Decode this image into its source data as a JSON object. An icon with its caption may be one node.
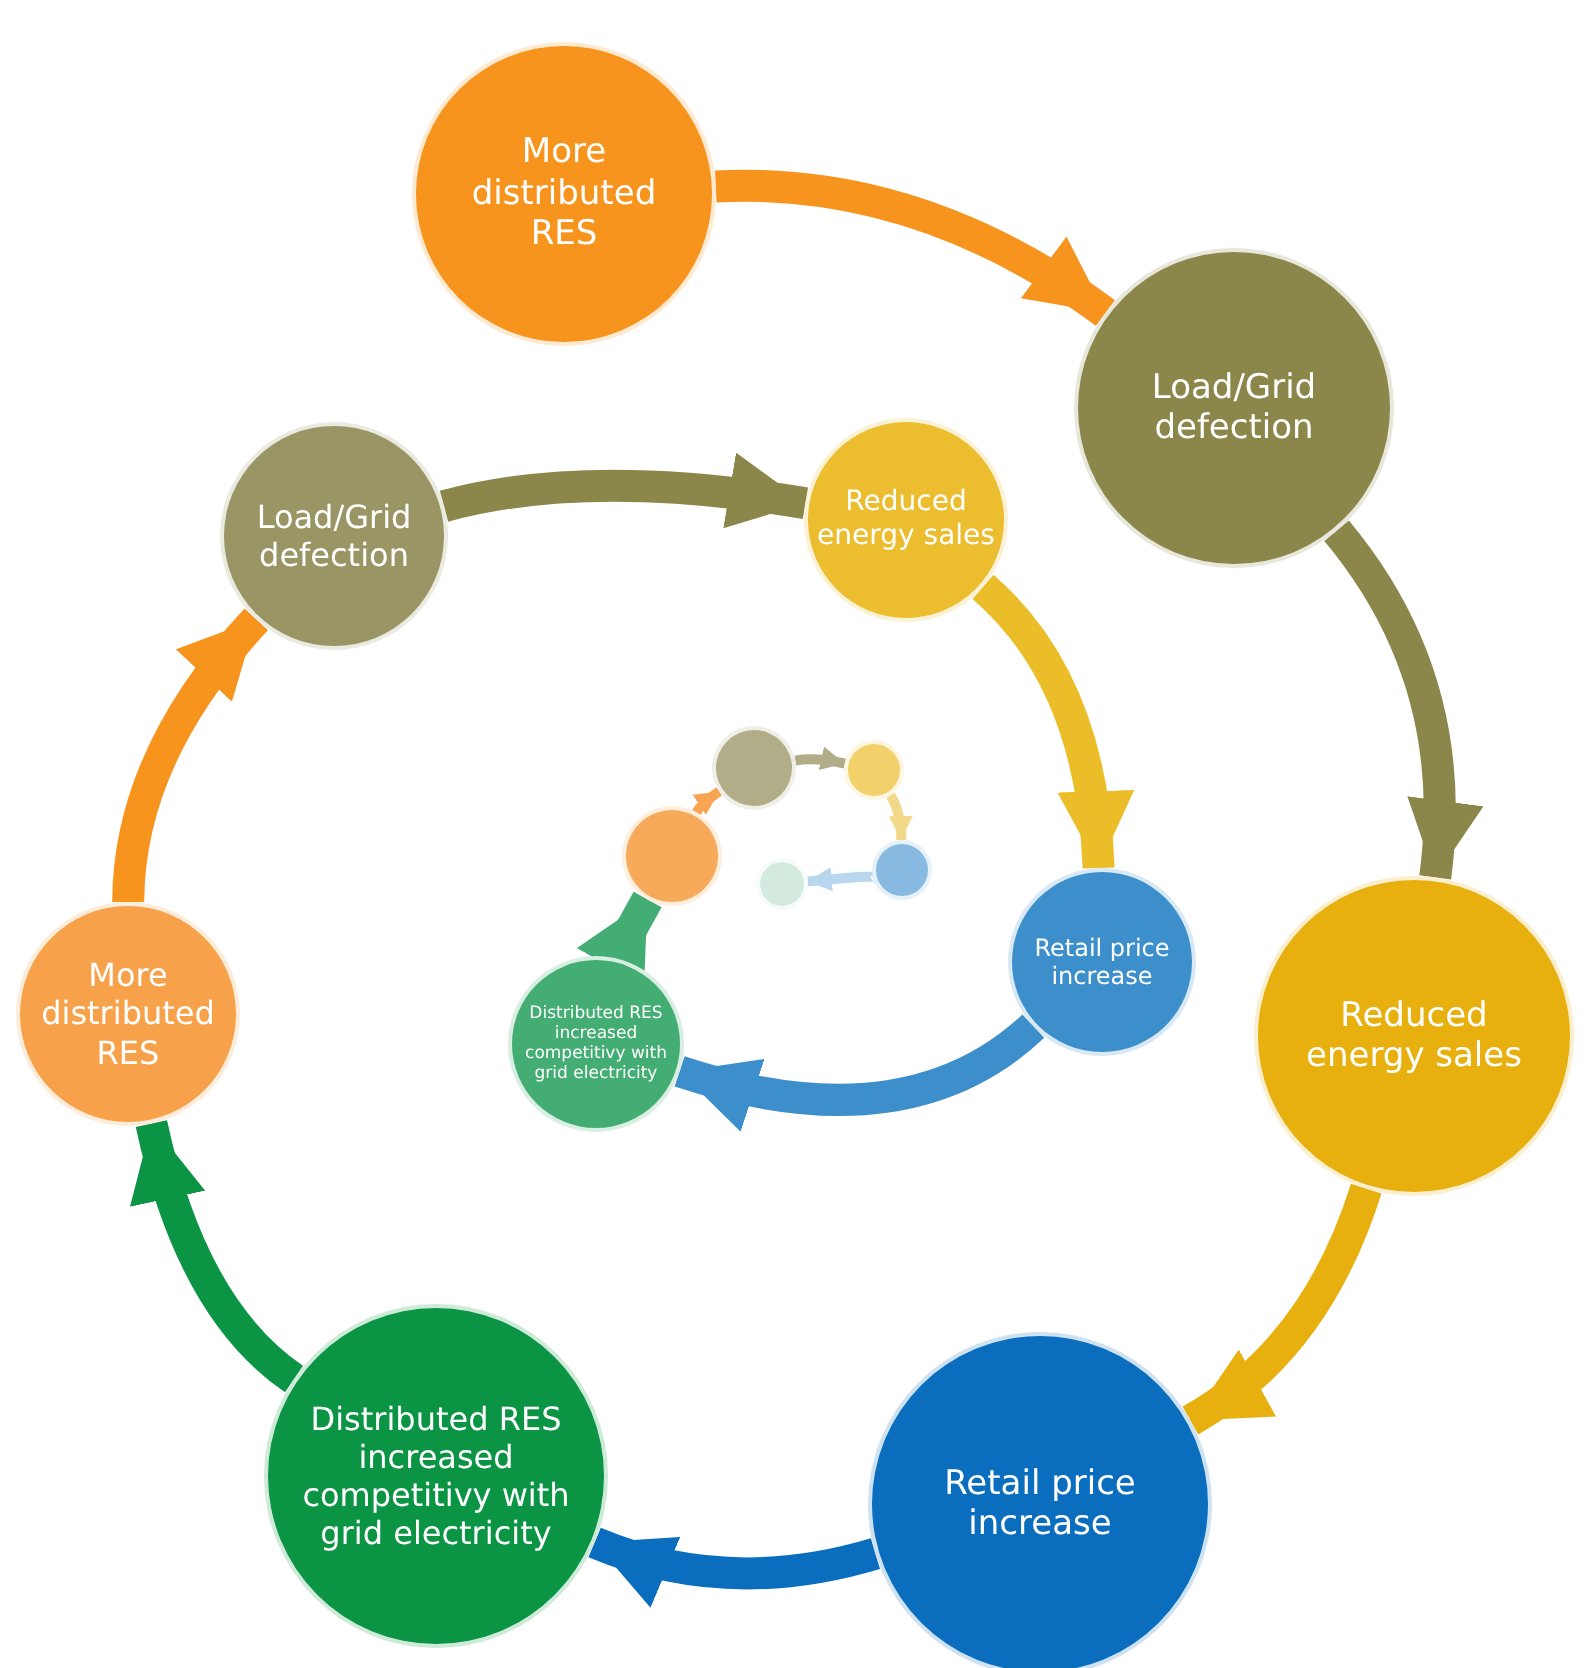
{
  "diagram": {
    "nodes": [
      {
        "text": [
          "More distributed RES"
        ]
      },
      {
        "text": [
          "Load/Grid defection"
        ]
      },
      {
        "text": [
          "Reduced energy sales"
        ]
      },
      {
        "text": [
          "Retail price increase"
        ]
      },
      {
        "text": [
          "Distributed RES increased competitivy with grid electricity"
        ]
      },
      {
        "text": [
          "More distributed RES"
        ]
      },
      {
        "text": [
          "Load/Grid defection"
        ]
      },
      {
        "text": [
          "Reduced energy sales"
        ]
      },
      {
        "text": [
          "Retail price increase"
        ]
      },
      {
        "text": [
          "Distributed RES increased competitivy with grid electricity"
        ]
      },
      {
        "text": [],
        "shape": "circle"
      },
      {
        "text": [],
        "shape": "circle"
      },
      {
        "text": [],
        "shape": "circle"
      },
      {
        "text": [],
        "shape": "circle"
      },
      {
        "text": [],
        "shape": "circle"
      }
    ],
    "edges": [
      {
        "from": 0,
        "to": 1,
        "arrow": "to",
        "color": "#f7941d"
      },
      {
        "from": 1,
        "to": 2,
        "arrow": "to",
        "color": "#8b864a"
      },
      {
        "from": 2,
        "to": 3,
        "arrow": "to",
        "color": "#e8b00f"
      },
      {
        "from": 3,
        "to": 4,
        "arrow": "to",
        "color": "#0a6dbd"
      },
      {
        "from": 4,
        "to": 5,
        "arrow": "to",
        "color": "#0a9444"
      },
      {
        "from": 5,
        "to": 6,
        "arrow": "to",
        "color": "#f7941d"
      },
      {
        "from": 6,
        "to": 7,
        "arrow": "to",
        "color": "#8b864a"
      },
      {
        "from": 7,
        "to": 8,
        "arrow": "to",
        "color": "#ebbd28"
      },
      {
        "from": 8,
        "to": 9,
        "arrow": "to",
        "color": "#3d8fcc"
      },
      {
        "from": 9,
        "to": 10,
        "arrow": "to",
        "color": "#43ad73"
      },
      {
        "from": 10,
        "to": 11,
        "arrow": "to",
        "color": "#f7a552"
      },
      {
        "from": 11,
        "to": 12,
        "arrow": "to",
        "color": "#b0ad88"
      },
      {
        "from": 12,
        "to": 13,
        "arrow": "to",
        "color": "#f2d98a"
      },
      {
        "from": 13,
        "to": 14,
        "arrow": "to",
        "color": "#b8d6ee"
      }
    ]
  }
}
